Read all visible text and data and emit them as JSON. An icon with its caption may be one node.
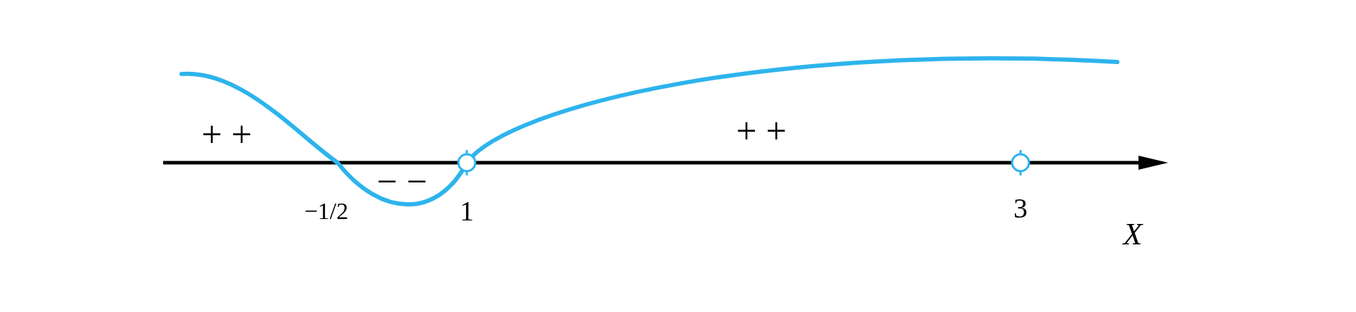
{
  "diagram": {
    "labels": [
      "+ +",
      "− −",
      "+ +",
      "−1/2",
      "1",
      "3",
      "X"
    ]
  }
}
